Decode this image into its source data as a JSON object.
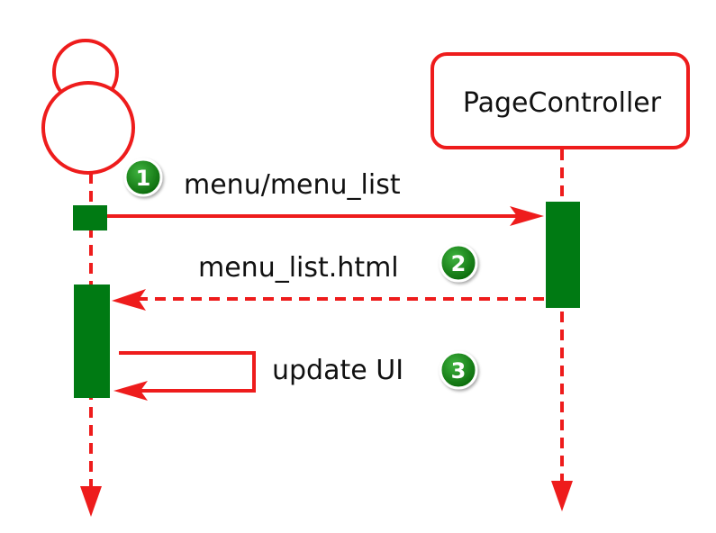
{
  "participants": {
    "actor": {
      "icon": "actor-icon"
    },
    "controller": {
      "name": "PageController"
    }
  },
  "messages": [
    {
      "number": "1",
      "label": "menu/menu_list"
    },
    {
      "number": "2",
      "label": "menu_list.html"
    },
    {
      "number": "3",
      "label": "update UI"
    }
  ],
  "colors": {
    "line": "#ee1c1c",
    "activation": "#007a13",
    "badge": "#1f8a1f",
    "text": "#111111"
  }
}
